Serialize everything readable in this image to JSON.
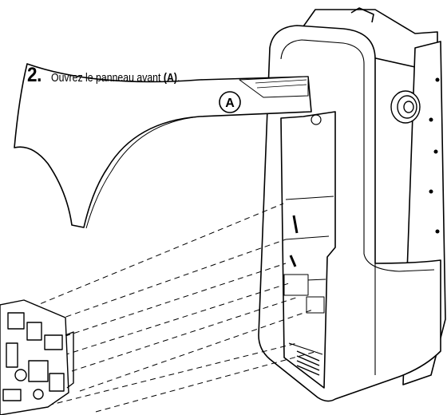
{
  "instruction": {
    "number": "2.",
    "text_before": "Ouvrez le panneau avant ",
    "emphasis": "(A)",
    "text_after": "."
  },
  "callout": {
    "label": "A"
  }
}
